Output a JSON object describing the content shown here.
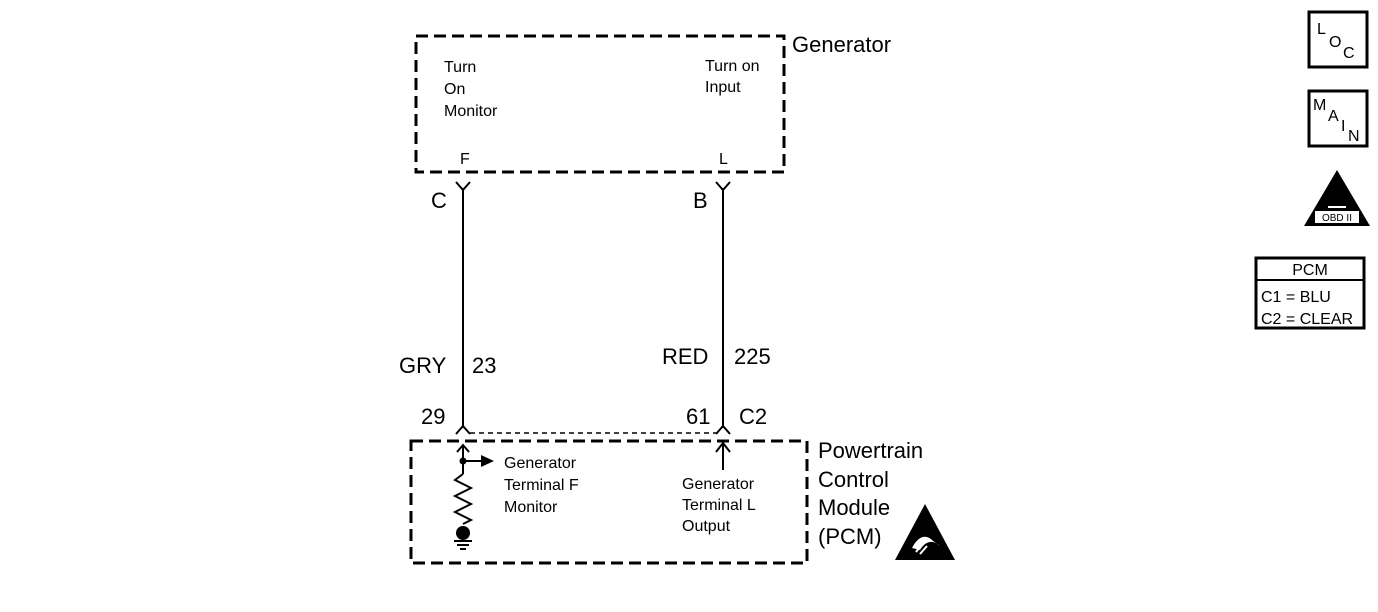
{
  "generator": {
    "title": "Generator",
    "turn_on_monitor": [
      "Turn",
      "On",
      "Monitor"
    ],
    "turn_on_input": [
      "Turn on",
      "Input"
    ],
    "terminal_f": "F",
    "terminal_l": "L"
  },
  "connectors": {
    "left": "C",
    "right": "B"
  },
  "wires": {
    "left": {
      "color": "GRY",
      "circuit": "23"
    },
    "right": {
      "color": "RED",
      "circuit": "225"
    }
  },
  "pcm_pins": {
    "left": "29",
    "right": "61",
    "connector": "C2"
  },
  "pcm": {
    "title": [
      "Powertrain",
      "Control",
      "Module",
      "(PCM)"
    ],
    "monitor_label": [
      "Generator",
      "Terminal F",
      "Monitor"
    ],
    "output_label": [
      "Generator",
      "Terminal L",
      "Output"
    ]
  },
  "legend": {
    "loc": {
      "l": "L",
      "o": "O",
      "c": "C"
    },
    "main": {
      "m": "M",
      "a": "A",
      "i": "I",
      "n": "N"
    },
    "obd": {
      "numeral": "II",
      "label": "OBD II"
    },
    "pcm_table": {
      "header": "PCM",
      "row1": "C1 = BLU",
      "row2": "C2 = CLEAR"
    }
  }
}
